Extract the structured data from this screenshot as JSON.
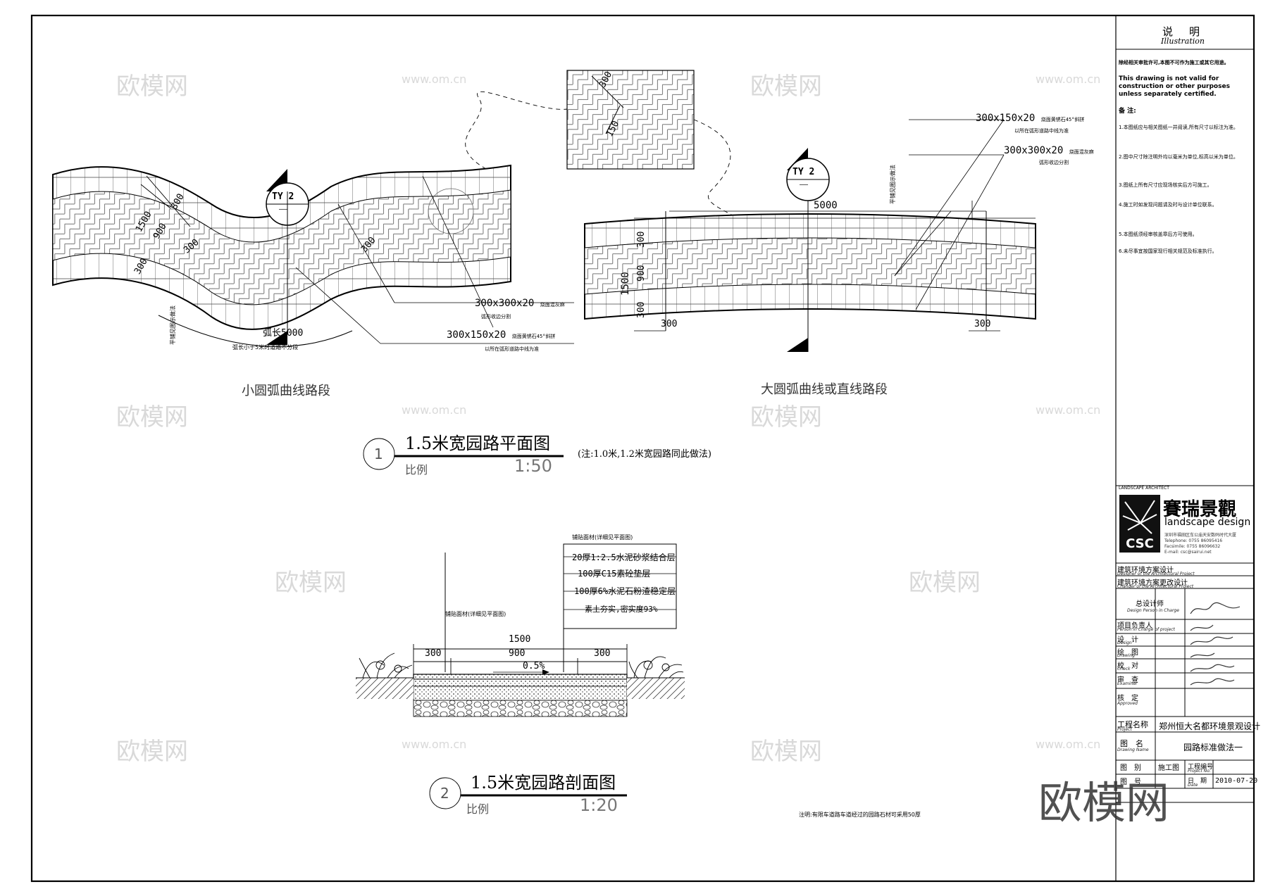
{
  "watermarks": {
    "cn": "欧模网",
    "url": "www.om.cn",
    "big": "欧模网"
  },
  "plan": {
    "number": "1",
    "title": "1.5米宽园路平面图",
    "scale_label": "比例",
    "scale": "1:50",
    "note": "(注:1.0米,1.2米宽园路同此做法)",
    "pattern": {
      "dim_a": "300",
      "dim_b": "150"
    },
    "section_mark": {
      "code": "TY",
      "num": "2",
      "sub": "——"
    },
    "left": {
      "caption": "小圆弧曲线路段",
      "dim_1500": "1500",
      "dim_900": "900",
      "dim_300": "300",
      "dim_len": "弧长5000",
      "tag_300x300": "300x300x20",
      "tag_300x300_desc": "烧面混灰麻",
      "tag_300x300_desc2": "弧形收边分割",
      "tag_300x150": "300x150x20",
      "tag_300x150_desc": "烧面黄锈石45°斜拼",
      "tag_300x150_desc2": "以所在弧形道路中线为准",
      "side_note": "弧长小于5米时道路不分段",
      "edge_note": "平铺见图示做法"
    },
    "right": {
      "caption": "大圆弧曲线或直线路段",
      "dim_5000": "5000",
      "dim_1500": "1500",
      "dim_900": "900",
      "dim_300": "300",
      "tag_300x150": "300x150x20",
      "tag_300x150_desc": "烧面黄锈石45°斜拼",
      "tag_300x150_desc2": "以所在弧形道路中线为准",
      "tag_300x300": "300x300x20",
      "tag_300x300_desc": "烧面混灰麻",
      "tag_300x300_desc2": "弧形收边分割",
      "edge_note": "平铺见图示做法"
    }
  },
  "section": {
    "number": "2",
    "title": "1.5米宽园路剖面图",
    "scale_label": "比例",
    "scale": "1:20",
    "layers_header": "铺贴面材(详细见平面图)",
    "layers": [
      "20厚1:2.5水泥砂浆结合层",
      "100厚C15素砼垫层",
      "100厚6%水泥石粉渣稳定层",
      "素土夯实,密实度93%"
    ],
    "left_note": "铺贴面材(详细见平面图)",
    "dim_1500": "1500",
    "dim_300": "300",
    "dim_900": "900",
    "slope": "0.5%",
    "footnote": "注明:有限车道路车道经过的园路石材可采用50厚"
  },
  "title_block": {
    "header_cn": "说　明",
    "header_en": "Illustration",
    "warn_cn": "除经相关审批许可,本图不可作为施工或其它用途。",
    "warn_en": "This drawing is not valid for construction or other purposes unless separately certified.",
    "notes_header": "备 注:",
    "notes": [
      "1.本图纸应与相关图纸一并阅读,所有尺寸以标注为准。",
      "2.图中尺寸除注明外均以毫米为单位,标高以米为单位。",
      "3.图纸上所有尺寸应现场核实后方可施工。",
      "4.施工时如发现问题请及时与设计单位联系。",
      "5.本图纸须经审核盖章后方可使用。",
      "6.未尽事宜按国家现行相关规范及标准执行。"
    ],
    "firm_tag": "LANDSCAPE ARCHITECT",
    "firm_cn": "賽瑞景觀",
    "firm_en": "landscape design",
    "firm_logo": "CSC",
    "firm_contact": [
      "深圳市福田区车公庙天安数码时代大厦",
      "Telephone: 0755 86095416",
      "Facsimile: 0755 86096632",
      "E-mail: csc@sairui.net"
    ],
    "rows": [
      {
        "cn": "建筑环境方案设计",
        "en": "Designer of the Architectural Project"
      },
      {
        "cn": "建筑环境方案更改设计",
        "en": "Changer of the Architectural Project"
      },
      {
        "cn": "总设计师",
        "en": "Design Person in Charge"
      },
      {
        "cn": "项目负责人",
        "en": "Person in Charge of project"
      },
      {
        "cn": "设　计",
        "en": "Design"
      },
      {
        "cn": "绘　图",
        "en": "Drawing"
      },
      {
        "cn": "校　对",
        "en": "Check"
      },
      {
        "cn": "审　查",
        "en": "Examiner"
      },
      {
        "cn": "核　定",
        "en": "Approved"
      }
    ],
    "project_label": "工程名称",
    "project_label_en": "Project",
    "project": "郑州恒大名都环境景观设计",
    "drawing_label": "图　名",
    "drawing_label_en": "Drawing Name",
    "drawing": "园路标准做法一",
    "bottom": {
      "cat_label": "图　别",
      "cat_val": "施工图",
      "no_label": "工程编号",
      "no_label_en": "Project No.",
      "sheet_label": "图　号",
      "date_label": "日　期",
      "date_label_en": "Date",
      "date": "2010-07-20"
    }
  }
}
